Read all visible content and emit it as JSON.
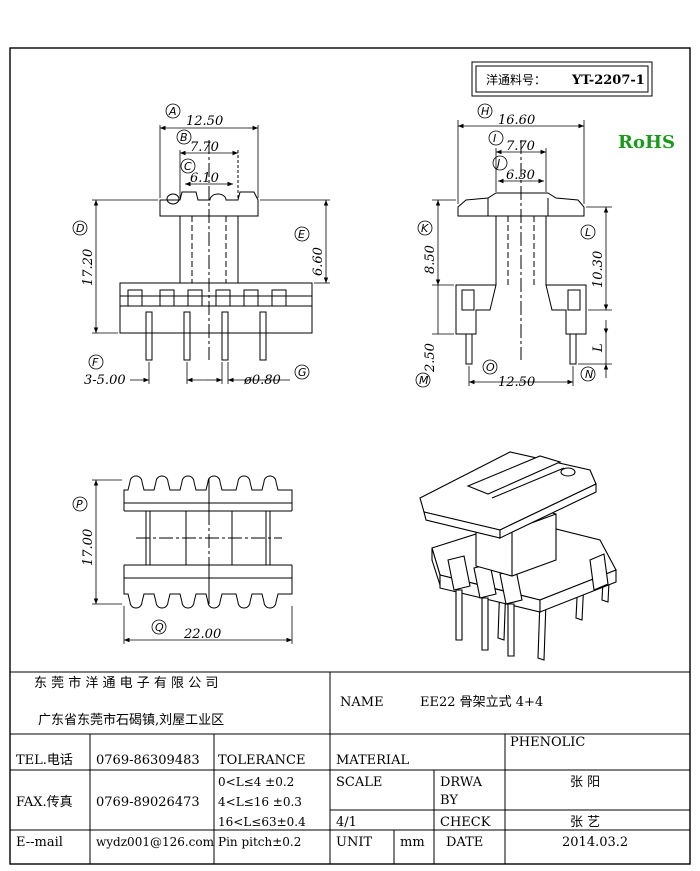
{
  "part_label": "洋通料号：",
  "part_number": "YT-2207-1",
  "rohs": "RoHS",
  "front_view": {
    "dim_A": {
      "tag": "A",
      "value": "12.50"
    },
    "dim_B": {
      "tag": "B",
      "value": "7.70"
    },
    "dim_C": {
      "tag": "C",
      "value": "6.10"
    },
    "dim_D": {
      "tag": "D",
      "value": "17.20"
    },
    "dim_E": {
      "tag": "E",
      "value": "6.60"
    },
    "dim_F": {
      "tag": "F",
      "value": "3-5.00"
    },
    "dim_G": {
      "tag": "G",
      "value": "ø0.80"
    }
  },
  "side_view": {
    "dim_H": {
      "tag": "H",
      "value": "16.60"
    },
    "dim_I": {
      "tag": "I",
      "value": "7.70"
    },
    "dim_J": {
      "tag": "J",
      "value": "6.30"
    },
    "dim_K": {
      "tag": "K",
      "value": "8.50"
    },
    "dim_L": {
      "tag": "L",
      "value": "10.30"
    },
    "dim_M": {
      "tag": "M",
      "value": "2.50"
    },
    "dim_N": {
      "tag": "N",
      "value": "L"
    },
    "dim_O": {
      "tag": "O",
      "value": "12.50"
    }
  },
  "top_view": {
    "dim_P": {
      "tag": "P",
      "value": "17.00"
    },
    "dim_Q": {
      "tag": "Q",
      "value": "22.00"
    }
  },
  "title_block": {
    "company": "东 莞 市 洋 通 电 子 有 限 公 司",
    "address": "广东省东莞市石碣镇,刘屋工业区",
    "name_label": "NAME",
    "name_value": "EE22 骨架立式 4+4",
    "tel_label": "TEL.电话",
    "tel_value": "0769-86309483",
    "fax_label": "FAX.传真",
    "fax_value": "0769-89026473",
    "email_label": "E--mail",
    "email_value": "wydz001@126.com",
    "tolerance_label": "TOLERANCE",
    "tol_1": "0<L≤4    ±0.2",
    "tol_2": "4<L≤16  ±0.3",
    "tol_3": "16<L≤63±0.4",
    "tol_4": "Pin pitch±0.2",
    "material_label": "MATERIAL",
    "material_value": "PHENOLIC",
    "scale_label": "SCALE",
    "scale_value": "4/1",
    "drawn_label_1": "DRWA",
    "drawn_label_2": "BY",
    "drawn_value": "张  阳",
    "check_label": "CHECK",
    "check_value": "张  艺",
    "unit_label": "UNIT",
    "unit_value": "mm",
    "date_label": "DATE",
    "date_value": "2014.03.2"
  }
}
